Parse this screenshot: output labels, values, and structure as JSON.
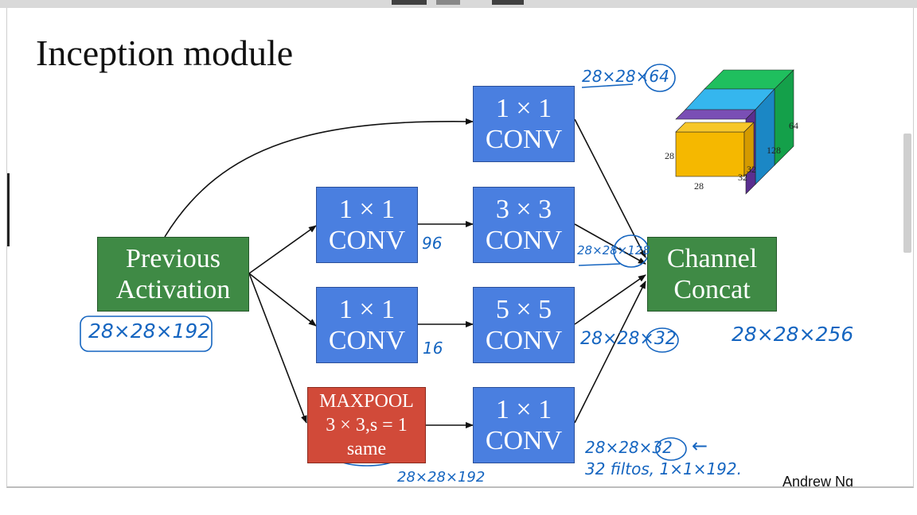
{
  "title": "Inception module",
  "credit": "Andrew Ng",
  "boxes": {
    "prev": [
      "Previous",
      "Activation"
    ],
    "conv1_top": [
      "1 × 1",
      "CONV"
    ],
    "conv1_mid": [
      "1 × 1",
      "CONV"
    ],
    "conv3": [
      "3 × 3",
      "CONV"
    ],
    "conv1_low": [
      "1 × 1",
      "CONV"
    ],
    "conv5": [
      "5 × 5",
      "CONV"
    ],
    "maxpool": [
      "MAXPOOL",
      "3 × 3,s = 1",
      "same"
    ],
    "conv1_pool": [
      "1 × 1",
      "CONV"
    ],
    "concat": [
      "Channel",
      "Concat"
    ]
  },
  "annotations": {
    "input_dims": "28×28×192",
    "top_out": "28×28×64",
    "bottleneck_96": "96",
    "mid_out": "28×28×128",
    "bottleneck_16": "16",
    "low_out": "28×28×32",
    "output_dims": "28×28×256",
    "pool_dims": "28×28×192",
    "pool_out": "28×28×32",
    "pool_arrow": "←",
    "filters_note": "32 filtos, 1×1×192."
  },
  "cube": {
    "labels": [
      "64",
      "128",
      "32",
      "32",
      "28",
      "28"
    ],
    "colors": {
      "green": "#14a04a",
      "blue": "#2fa8e6",
      "purple": "#6a3fa0",
      "yellow": "#f5b800"
    }
  },
  "colors": {
    "conv": "#4a7fe0",
    "activation": "#3f8a45",
    "pool": "#d14a39",
    "ink": "#1565c0"
  }
}
